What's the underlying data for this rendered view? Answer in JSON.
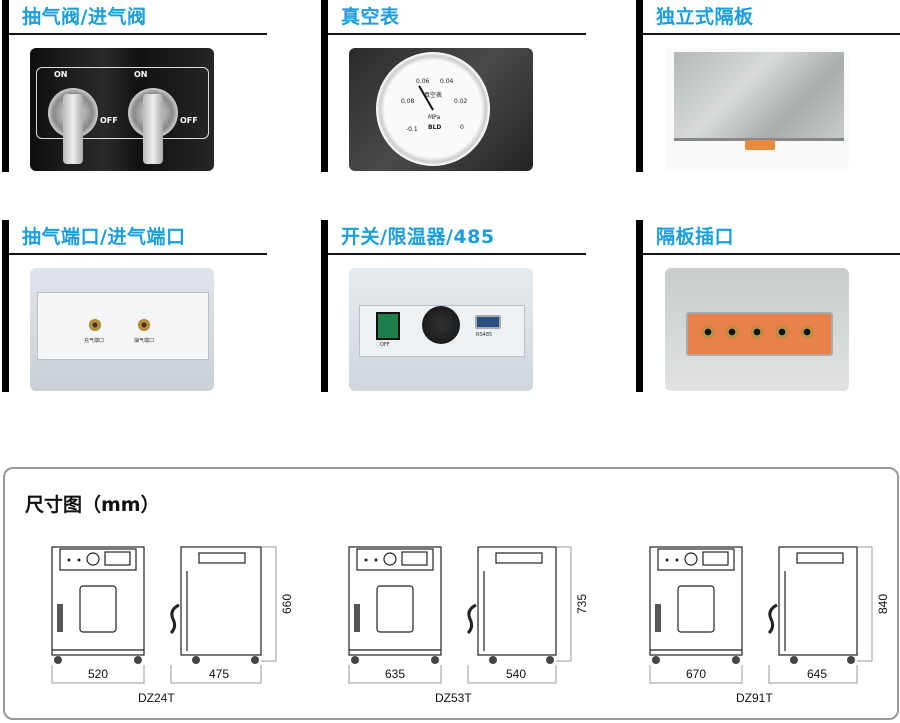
{
  "features": [
    {
      "title": "抽气阀/进气阀",
      "photo": "valve",
      "labels": {
        "on": "ON",
        "off": "OFF"
      }
    },
    {
      "title": "真空表",
      "photo": "gauge",
      "labels": {
        "unit": "MPa",
        "ticks": [
          "-0.1",
          "0.08",
          "0.06",
          "0.04",
          "0.02",
          "0"
        ],
        "name": "真空表",
        "brand": "BLD"
      }
    },
    {
      "title": "独立式隔板",
      "photo": "plate"
    },
    {
      "title": "抽气端口/进气端口",
      "photo": "ports",
      "labels": {
        "left": "充气端口",
        "right": "抽气端口"
      }
    },
    {
      "title": "开关/限温器/485",
      "photo": "switch",
      "labels": {
        "switch": "OFF",
        "port": "RS485"
      }
    },
    {
      "title": "隔板插口",
      "photo": "socket"
    }
  ],
  "dimensions": {
    "title": "尺寸图（mm）",
    "models": [
      {
        "name": "DZ24T",
        "width": "520",
        "depth": "475",
        "height": "660"
      },
      {
        "name": "DZ53T",
        "width": "635",
        "depth": "540",
        "height": "735"
      },
      {
        "name": "DZ91T",
        "width": "670",
        "depth": "645",
        "height": "840"
      }
    ]
  },
  "colors": {
    "heading": "#1a9ee0",
    "bar": "#000000"
  }
}
